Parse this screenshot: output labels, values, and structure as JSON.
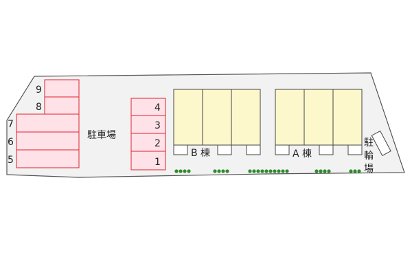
{
  "colors": {
    "lot_fill": "#f2f2f2",
    "lot_stroke": "#555555",
    "space_fill": "#ffe2e8",
    "space_stroke": "#e0202e",
    "building_fill": "#fcf8cc",
    "building_stroke": "#444444",
    "tree": "#2e8b2e"
  },
  "parking_label": "駐車場",
  "bicycle_label": [
    "駐",
    "輪",
    "場"
  ],
  "buildings": [
    {
      "label": "B 棟"
    },
    {
      "label": "A 棟"
    }
  ],
  "spaces_left": [
    "9",
    "8",
    "7",
    "6",
    "5"
  ],
  "spaces_right": [
    "4",
    "3",
    "2",
    "1"
  ]
}
